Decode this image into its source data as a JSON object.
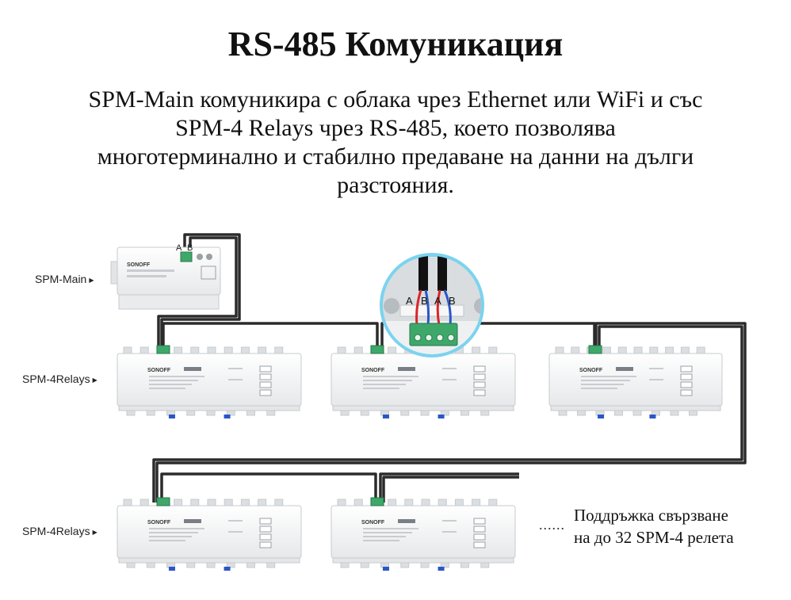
{
  "title": "RS-485 Комуникация",
  "description": {
    "line1": "SPM-Main комуникира с облака чрез Ethernet или WiFi и със",
    "line2": "SPM-4 Relays чрез RS-485, което позволява",
    "line3": "многотерминално и стабилно предаване на данни на дълги",
    "line4": "разстояния."
  },
  "labels": {
    "main": "SPM-Main",
    "relays_row1": "SPM-4Relays",
    "relays_row2": "SPM-4Relays"
  },
  "terminal": {
    "a": "A",
    "b": "B"
  },
  "brand": "SONOFF",
  "support": {
    "line1": "Поддръжка свързване",
    "line2": "на до 32 SPM-4 релета"
  },
  "ellipsis": "......",
  "colors": {
    "cable": "#2b2b2b",
    "wire_red": "#d8262a",
    "wire_blue": "#2a56c8",
    "terminal_green": "#3ea86a",
    "magnifier_ring": "#7bd3ee",
    "device_body": "#f1f3f4",
    "device_outline": "#c7cbcf"
  },
  "icons": {
    "arrow": "triangle-right-icon",
    "magnifier": "zoom-lens-icon"
  }
}
